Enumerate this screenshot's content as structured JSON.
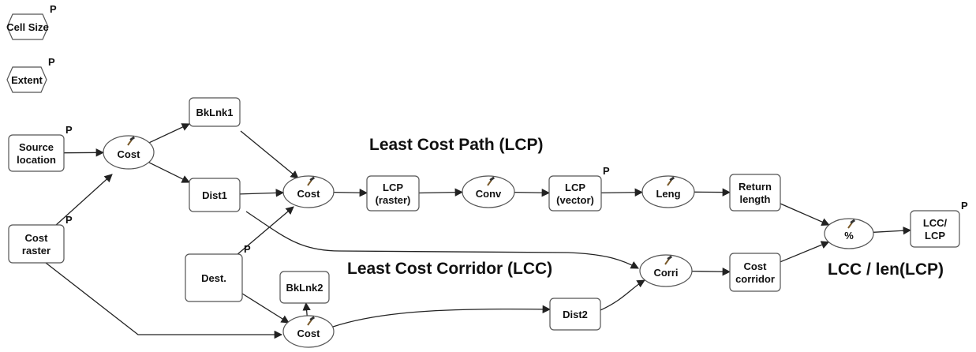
{
  "diagram": {
    "headings": {
      "lcp": "Least Cost Path (LCP)",
      "lcc": "Least Cost Corridor (LCC)",
      "ratio": "LCC / len(LCP)"
    },
    "parameter_marker": "P",
    "nodes": {
      "cell_size": {
        "label": [
          "Cell Size"
        ],
        "param": true
      },
      "extent": {
        "label": [
          "Extent"
        ],
        "param": true
      },
      "source_location": {
        "label": [
          "Source",
          "location"
        ],
        "param": true
      },
      "cost_raster": {
        "label": [
          "Cost",
          "raster"
        ],
        "param": true
      },
      "dest": {
        "label": [
          "Dest."
        ],
        "param": true
      },
      "cost1": {
        "label": [
          "Cost"
        ],
        "param": false
      },
      "bklnk1": {
        "label": [
          "BkLnk1"
        ],
        "param": false
      },
      "dist1": {
        "label": [
          "Dist1"
        ],
        "param": false
      },
      "cost2": {
        "label": [
          "Cost"
        ],
        "param": false
      },
      "lcp_raster": {
        "label": [
          "LCP",
          "(raster)"
        ],
        "param": false
      },
      "conv": {
        "label": [
          "Conv"
        ],
        "param": false
      },
      "lcp_vector": {
        "label": [
          "LCP",
          "(vector)"
        ],
        "param": true
      },
      "leng": {
        "label": [
          "Leng"
        ],
        "param": false
      },
      "return_length": {
        "label": [
          "Return",
          "length"
        ],
        "param": false
      },
      "bklnk2": {
        "label": [
          "BkLnk2"
        ],
        "param": false
      },
      "cost3": {
        "label": [
          "Cost"
        ],
        "param": false
      },
      "dist2": {
        "label": [
          "Dist2"
        ],
        "param": false
      },
      "corri": {
        "label": [
          "Corri"
        ],
        "param": false
      },
      "cost_corridor": {
        "label": [
          "Cost",
          "corridor"
        ],
        "param": false
      },
      "percent": {
        "label": [
          "%"
        ],
        "param": false
      },
      "lcc_lcp": {
        "label": [
          "LCC/",
          "LCP"
        ],
        "param": true
      }
    },
    "edges": [
      [
        "source_location",
        "cost1"
      ],
      [
        "cost_raster",
        "cost1"
      ],
      [
        "cost1",
        "bklnk1"
      ],
      [
        "cost1",
        "dist1"
      ],
      [
        "bklnk1",
        "cost2"
      ],
      [
        "dist1",
        "cost2"
      ],
      [
        "dest",
        "cost2"
      ],
      [
        "cost2",
        "lcp_raster"
      ],
      [
        "lcp_raster",
        "conv"
      ],
      [
        "conv",
        "lcp_vector"
      ],
      [
        "lcp_vector",
        "leng"
      ],
      [
        "leng",
        "return_length"
      ],
      [
        "return_length",
        "percent"
      ],
      [
        "dist1",
        "corri"
      ],
      [
        "cost_raster",
        "cost3"
      ],
      [
        "dest",
        "cost3"
      ],
      [
        "cost3",
        "bklnk2"
      ],
      [
        "cost3",
        "dist2"
      ],
      [
        "dist2",
        "corri"
      ],
      [
        "corri",
        "cost_corridor"
      ],
      [
        "cost_corridor",
        "percent"
      ],
      [
        "percent",
        "lcc_lcp"
      ]
    ]
  }
}
